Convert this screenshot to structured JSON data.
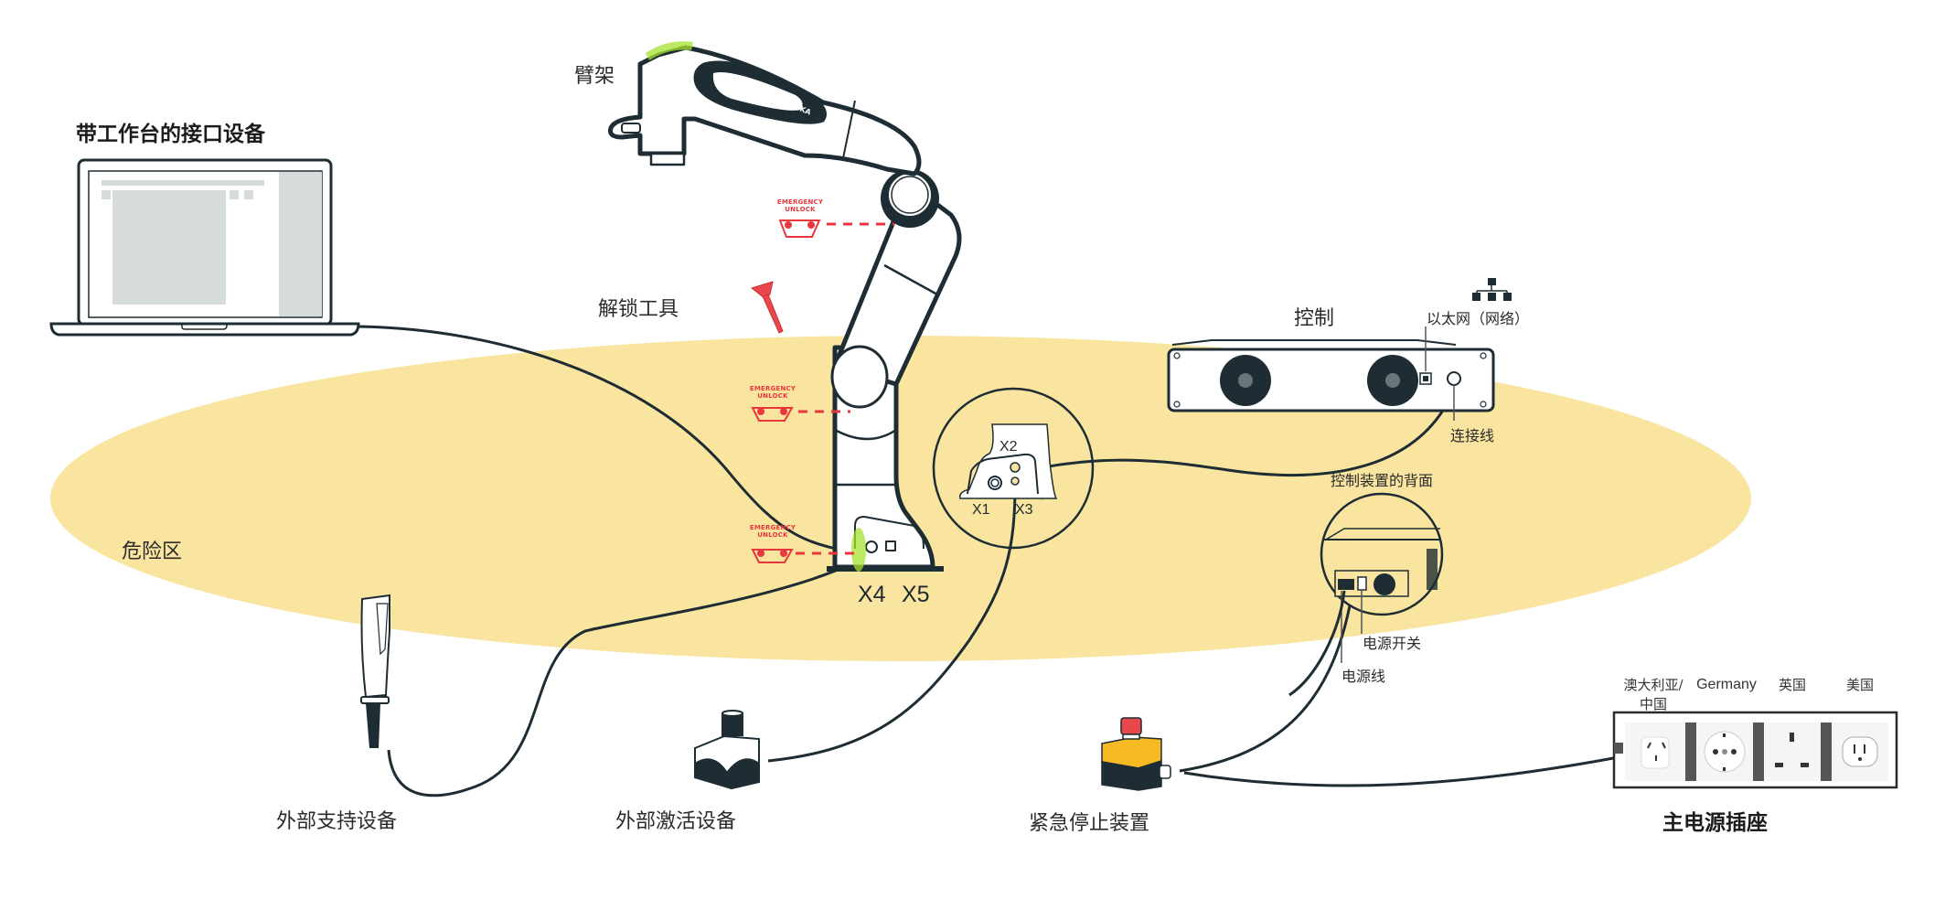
{
  "title": "带工作台的接口设备",
  "labels": {
    "arm": "臂架",
    "unlock_tool": "解锁工具",
    "danger_zone": "危险区",
    "control": "控制",
    "ethernet": "以太网（网络）",
    "connection_cable": "连接线",
    "control_back": "控制装置的背面",
    "power_switch": "电源开关",
    "power_cable": "电源线",
    "external_support": "外部支持设备",
    "external_enable": "外部激活设备",
    "emergency_stop": "紧急停止装置",
    "mains_socket": "主电源插座"
  },
  "ports": {
    "x1": "X1",
    "x2": "X2",
    "x3": "X3",
    "x4": "X4",
    "x5": "X5"
  },
  "emergency_unlock": {
    "line1": "EMERGENCY",
    "line2": "UNLOCK"
  },
  "arm_brand": "FRANKA EMIKA",
  "sockets": [
    {
      "name": "australia-china",
      "label_line1": "澳大利亚/",
      "label_line2": "中国"
    },
    {
      "name": "germany",
      "label_line1": "Germany",
      "label_line2": ""
    },
    {
      "name": "uk",
      "label_line1": "英国",
      "label_line2": ""
    },
    {
      "name": "usa",
      "label_line1": "美国",
      "label_line2": ""
    }
  ],
  "colors": {
    "danger_zone": "#f9e4a0",
    "outline": "#1e2d33",
    "emergency_red": "#e8383d",
    "highlight_green": "#a6e22e",
    "estop_yellow": "#f7b924",
    "screen_gray": "#d5dcdb"
  }
}
